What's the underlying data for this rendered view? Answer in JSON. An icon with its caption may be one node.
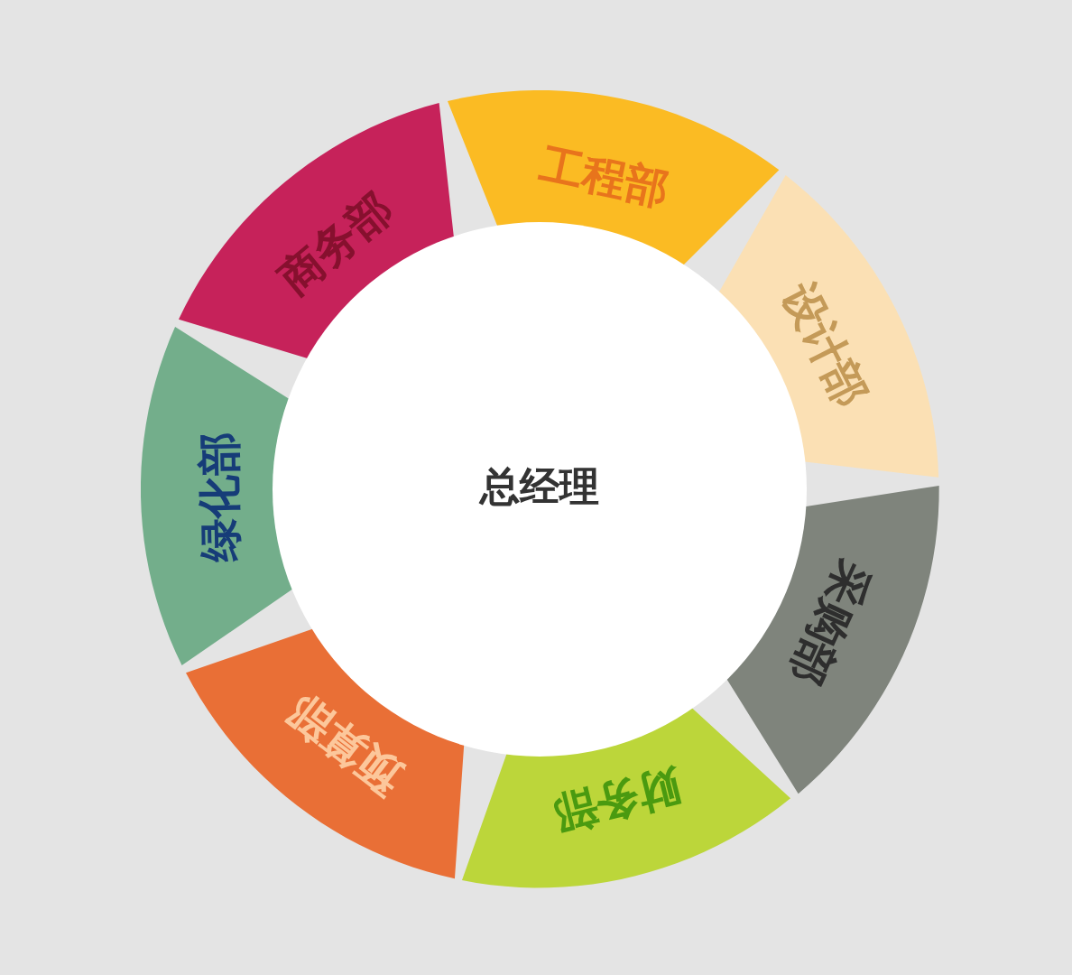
{
  "diagram": {
    "nodes": [
      {
        "text": [
          "总经理"
        ]
      },
      {
        "text": [
          "工程部"
        ]
      },
      {
        "text": [
          "设计部"
        ]
      },
      {
        "text": [
          "采购部"
        ]
      },
      {
        "text": [
          "财务部"
        ]
      },
      {
        "text": [
          "预算部"
        ]
      },
      {
        "text": [
          "绿化部"
        ]
      },
      {
        "text": [
          "商务部"
        ]
      }
    ]
  }
}
